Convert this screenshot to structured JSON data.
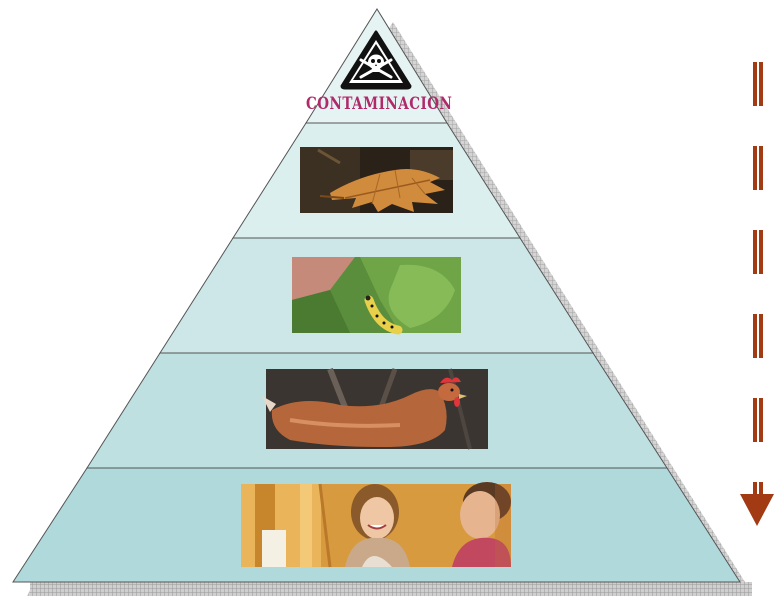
{
  "diagram": {
    "top_label": "CONTAMINACION",
    "colors": {
      "tier_fill_top": "#e4f3f3",
      "tier_fill_bottom": "#aed8da",
      "arrow": "#a23a14",
      "label": "#b02a6a"
    },
    "tiers": [
      {
        "name": "contamination",
        "icon": "skull-crossbones-icon"
      },
      {
        "name": "leaf",
        "icon": "leaf-photo"
      },
      {
        "name": "caterpillar",
        "icon": "caterpillar-photo"
      },
      {
        "name": "hen",
        "icon": "hen-photo"
      },
      {
        "name": "people",
        "icon": "people-photo"
      }
    ],
    "arrow_direction": "down"
  }
}
